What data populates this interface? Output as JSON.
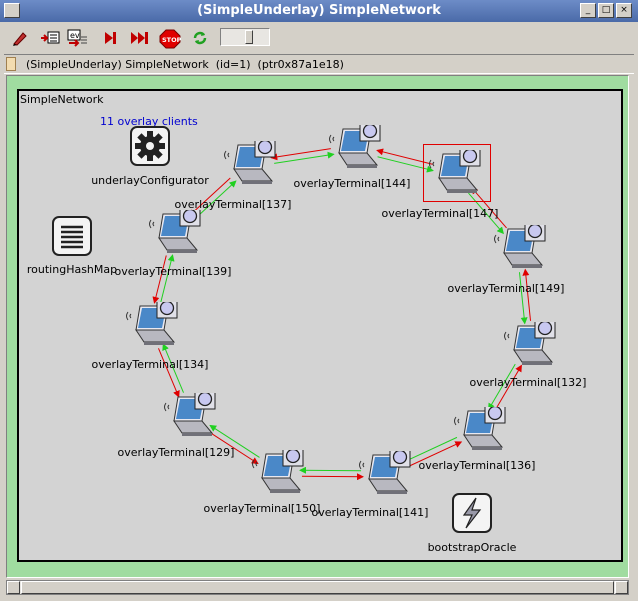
{
  "window": {
    "title": "(SimpleUnderlay) SimpleNetwork"
  },
  "toolbar": {
    "buttons": [
      {
        "name": "edit-icon"
      },
      {
        "name": "module-list-icon"
      },
      {
        "name": "event-log-icon",
        "label": "ev"
      },
      {
        "name": "run-icon"
      },
      {
        "name": "fast-run-icon"
      },
      {
        "name": "stop-icon",
        "label": "STOP"
      },
      {
        "name": "refresh-icon"
      }
    ],
    "speed_slider": 0.6
  },
  "info_bar": {
    "text": "(SimpleUnderlay) SimpleNetwork  (id=1)  (ptr0x87a1e18)"
  },
  "network": {
    "title": "SimpleNetwork",
    "clients_label": "11 overlay clients",
    "modules": [
      {
        "id": "underlayConfigurator",
        "label": "underlayConfigurator",
        "icon": "gear-icon"
      },
      {
        "id": "routingHashMap",
        "label": "routingHashMap",
        "icon": "hashmap-icon"
      },
      {
        "id": "bootstrapOracle",
        "label": "bootstrapOracle",
        "icon": "oracle-icon"
      }
    ],
    "terminals": [
      {
        "id": "t144",
        "label": "overlayTerminal[144]"
      },
      {
        "id": "t147",
        "label": "overlayTerminal[147]",
        "selected": true
      },
      {
        "id": "t137",
        "label": "overlayTerminal[137]"
      },
      {
        "id": "t139",
        "label": "overlayTerminal[139]"
      },
      {
        "id": "t149",
        "label": "overlayTerminal[149]"
      },
      {
        "id": "t134",
        "label": "overlayTerminal[134]"
      },
      {
        "id": "t132",
        "label": "overlayTerminal[132]"
      },
      {
        "id": "t129",
        "label": "overlayTerminal[129]"
      },
      {
        "id": "t136",
        "label": "overlayTerminal[136]"
      },
      {
        "id": "t150",
        "label": "overlayTerminal[150]"
      },
      {
        "id": "t141",
        "label": "overlayTerminal[141]"
      }
    ],
    "colors": {
      "red_link": "#e00000",
      "green_link": "#20d020",
      "background": "#d3d3d3",
      "outer": "#a0dca0"
    }
  }
}
